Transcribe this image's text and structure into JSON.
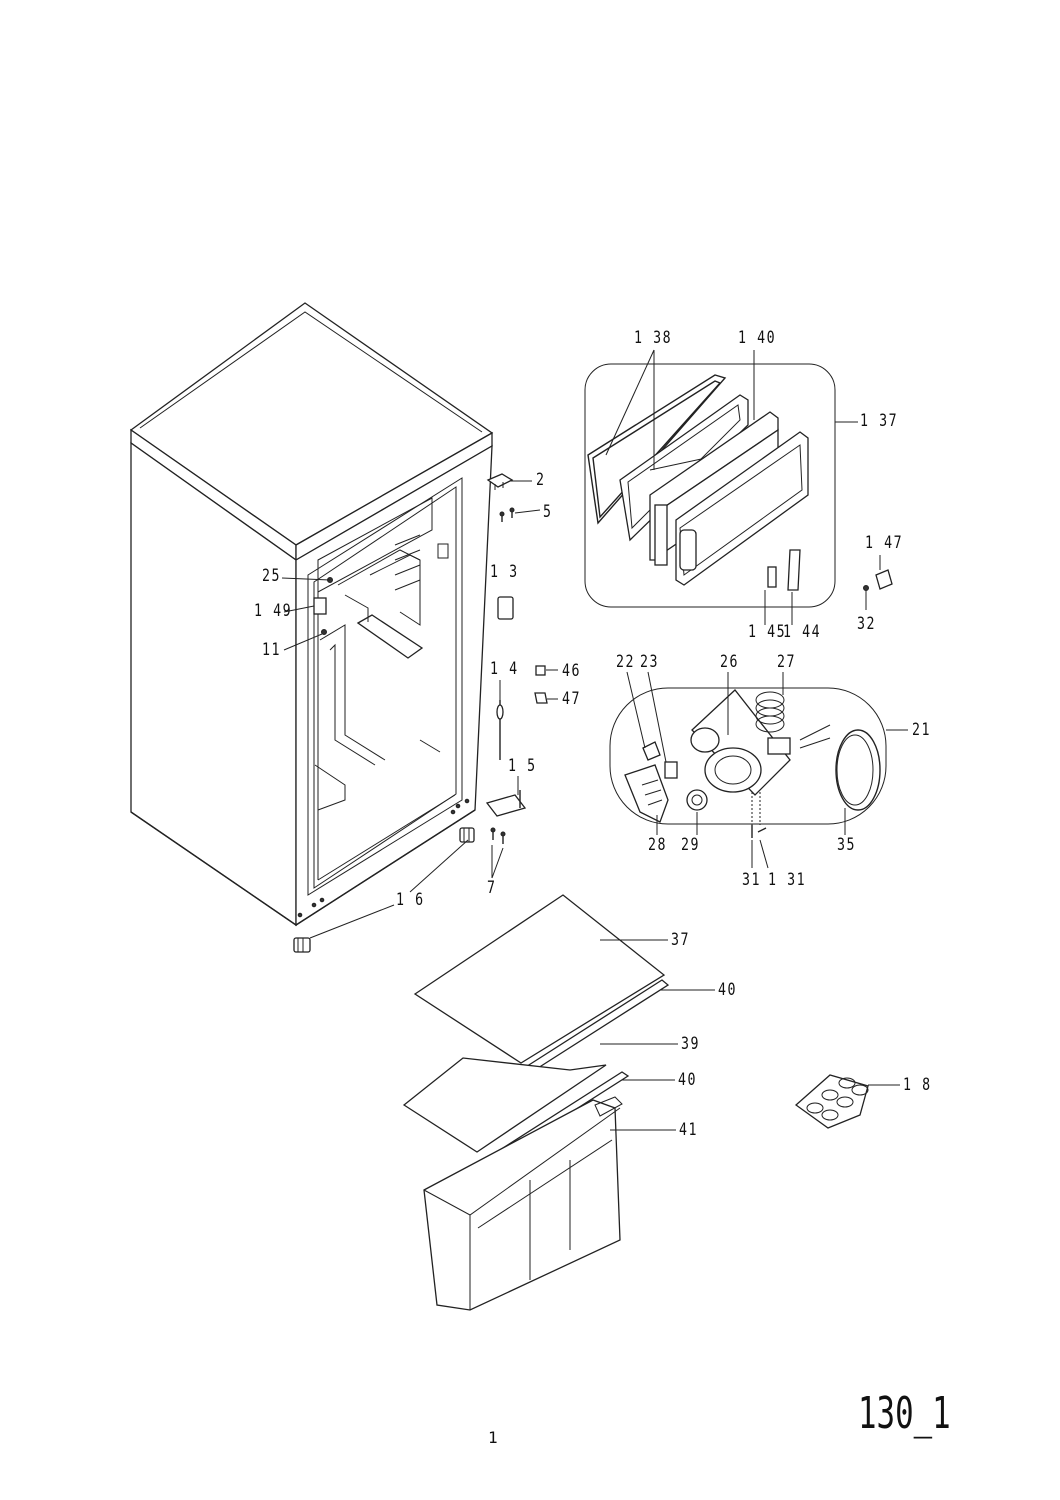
{
  "callouts": [
    {
      "id": "138",
      "text": "1 38"
    },
    {
      "id": "140",
      "text": "1 40"
    },
    {
      "id": "137",
      "text": "1 37"
    },
    {
      "id": "2",
      "text": "2"
    },
    {
      "id": "5",
      "text": "5"
    },
    {
      "id": "147",
      "text": "1 47"
    },
    {
      "id": "13",
      "text": "1 3"
    },
    {
      "id": "25",
      "text": "25"
    },
    {
      "id": "149",
      "text": "1 49"
    },
    {
      "id": "11",
      "text": "11"
    },
    {
      "id": "32",
      "text": "32"
    },
    {
      "id": "145",
      "text": "1 45"
    },
    {
      "id": "144",
      "text": "1 44"
    },
    {
      "id": "14",
      "text": "1 4"
    },
    {
      "id": "46",
      "text": "46"
    },
    {
      "id": "47",
      "text": "47"
    },
    {
      "id": "22",
      "text": "22"
    },
    {
      "id": "23",
      "text": "23"
    },
    {
      "id": "26",
      "text": "26"
    },
    {
      "id": "27",
      "text": "27"
    },
    {
      "id": "21",
      "text": "21"
    },
    {
      "id": "15",
      "text": "1 5"
    },
    {
      "id": "28",
      "text": "28"
    },
    {
      "id": "29",
      "text": "29"
    },
    {
      "id": "35",
      "text": "35"
    },
    {
      "id": "16",
      "text": "1 6"
    },
    {
      "id": "7",
      "text": "7"
    },
    {
      "id": "31",
      "text": "31"
    },
    {
      "id": "131",
      "text": "1 31"
    },
    {
      "id": "37",
      "text": "37"
    },
    {
      "id": "40a",
      "text": "40"
    },
    {
      "id": "39",
      "text": "39"
    },
    {
      "id": "40b",
      "text": "40"
    },
    {
      "id": "41",
      "text": "41"
    },
    {
      "id": "18",
      "text": "1 8"
    }
  ],
  "sheet_code": "130_1",
  "page_number": "1"
}
